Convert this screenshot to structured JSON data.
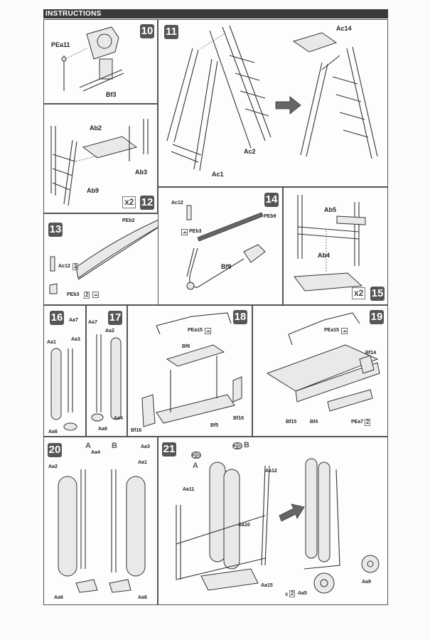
{
  "header": {
    "title": "INSTRUCTIONS"
  },
  "steps": [
    {
      "number": "10",
      "labels": [
        "PEa11",
        "Bf3"
      ]
    },
    {
      "number": "11",
      "labels": [
        "Ac14",
        "Ac2",
        "Ac1"
      ]
    },
    {
      "number": "12",
      "labels": [
        "Ab2",
        "Ab3",
        "Ab9"
      ],
      "quantity": "x2"
    },
    {
      "number": "13",
      "labels": [
        "PEb2",
        "Ac12",
        "PEb3"
      ]
    },
    {
      "number": "14",
      "labels": [
        "Ac12",
        "PEb9",
        "PEb3",
        "Bf9"
      ]
    },
    {
      "number": "15",
      "labels": [
        "Ab5",
        "Ab4"
      ],
      "quantity": "x2"
    },
    {
      "number": "16",
      "labels": [
        "Aa7",
        "Aa1",
        "Aa3",
        "Aa6"
      ]
    },
    {
      "number": "17",
      "labels": [
        "Aa7",
        "Aa2",
        "Aa4",
        "Aa6"
      ]
    },
    {
      "number": "18",
      "labels": [
        "PEa15",
        "Bf6",
        "Bf16",
        "Bf5",
        "Bf16"
      ]
    },
    {
      "number": "19",
      "labels": [
        "PEa15",
        "Bf14",
        "Bf15",
        "Bf4",
        "PEa7"
      ]
    },
    {
      "number": "20",
      "labels": [
        "Aa2",
        "Aa4",
        "Aa3",
        "Aa1",
        "Aa6",
        "Aa6"
      ],
      "sub": [
        "A",
        "B"
      ]
    },
    {
      "number": "21",
      "labels": [
        "Aa12",
        "Aa11",
        "Aa10",
        "Aa15",
        "Aa9",
        "Aa5"
      ],
      "sub": [
        "20",
        "A",
        "20",
        "B"
      ],
      "quantity": "x2"
    }
  ],
  "multipliers": [
    "2",
    "2",
    "2",
    "2"
  ]
}
